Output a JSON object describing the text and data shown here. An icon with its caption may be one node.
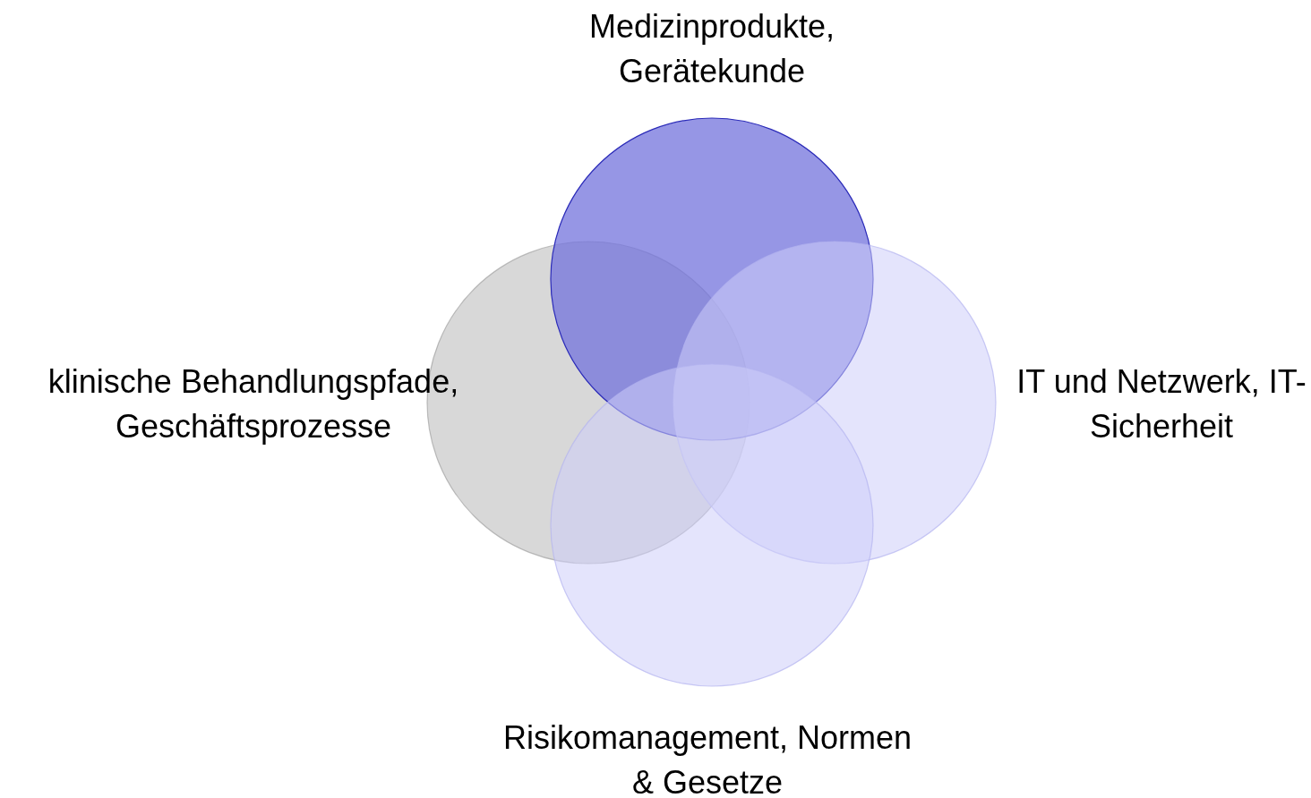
{
  "diagram": {
    "nodes": [
      {
        "text": [
          "Medizinprodukte, Gerätekunde"
        ]
      },
      {
        "text": [
          "klinische Behandlungspfade, Geschäftsprozesse"
        ]
      },
      {
        "text": [
          "IT und Netzwerk, IT-Sicherheit"
        ]
      },
      {
        "text": [
          "Risikomanagement, Normen & Gesetze"
        ]
      }
    ]
  }
}
